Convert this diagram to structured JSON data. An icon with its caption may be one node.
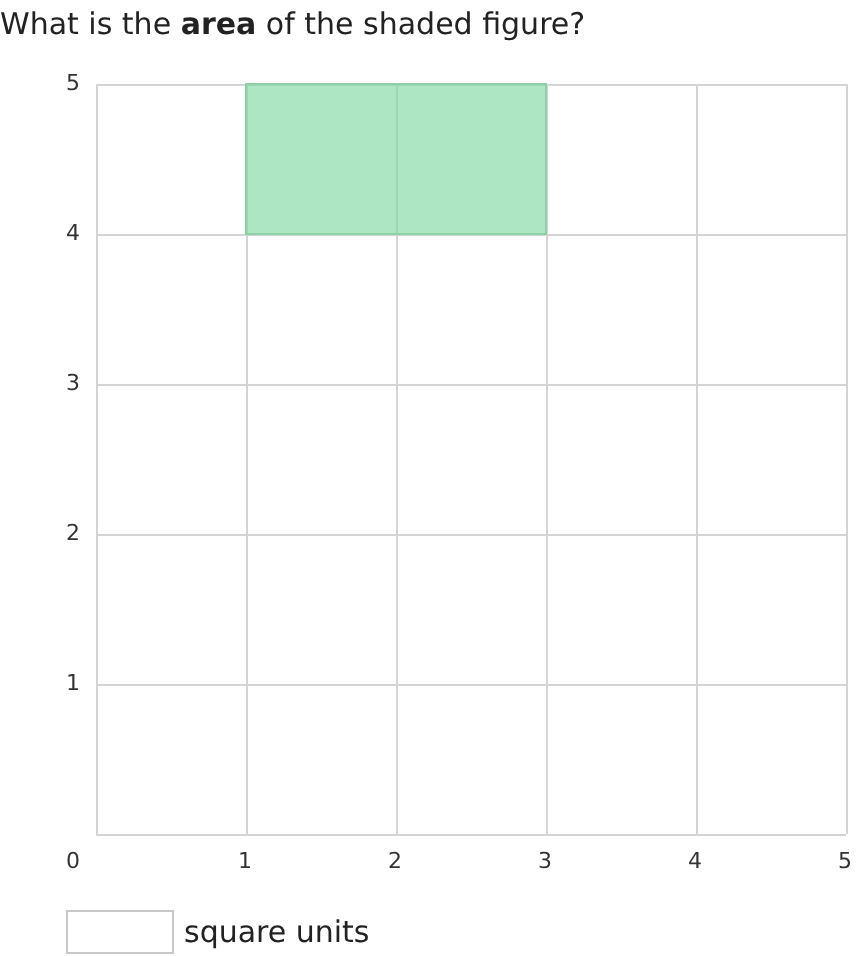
{
  "diagram": {
    "title": "What is the **area** of the shaded figure?",
    "labels": [
      "5",
      "4",
      "3",
      "2",
      "1",
      "0",
      "1",
      "2",
      "3",
      "4",
      "5",
      "square units"
    ]
  }
}
